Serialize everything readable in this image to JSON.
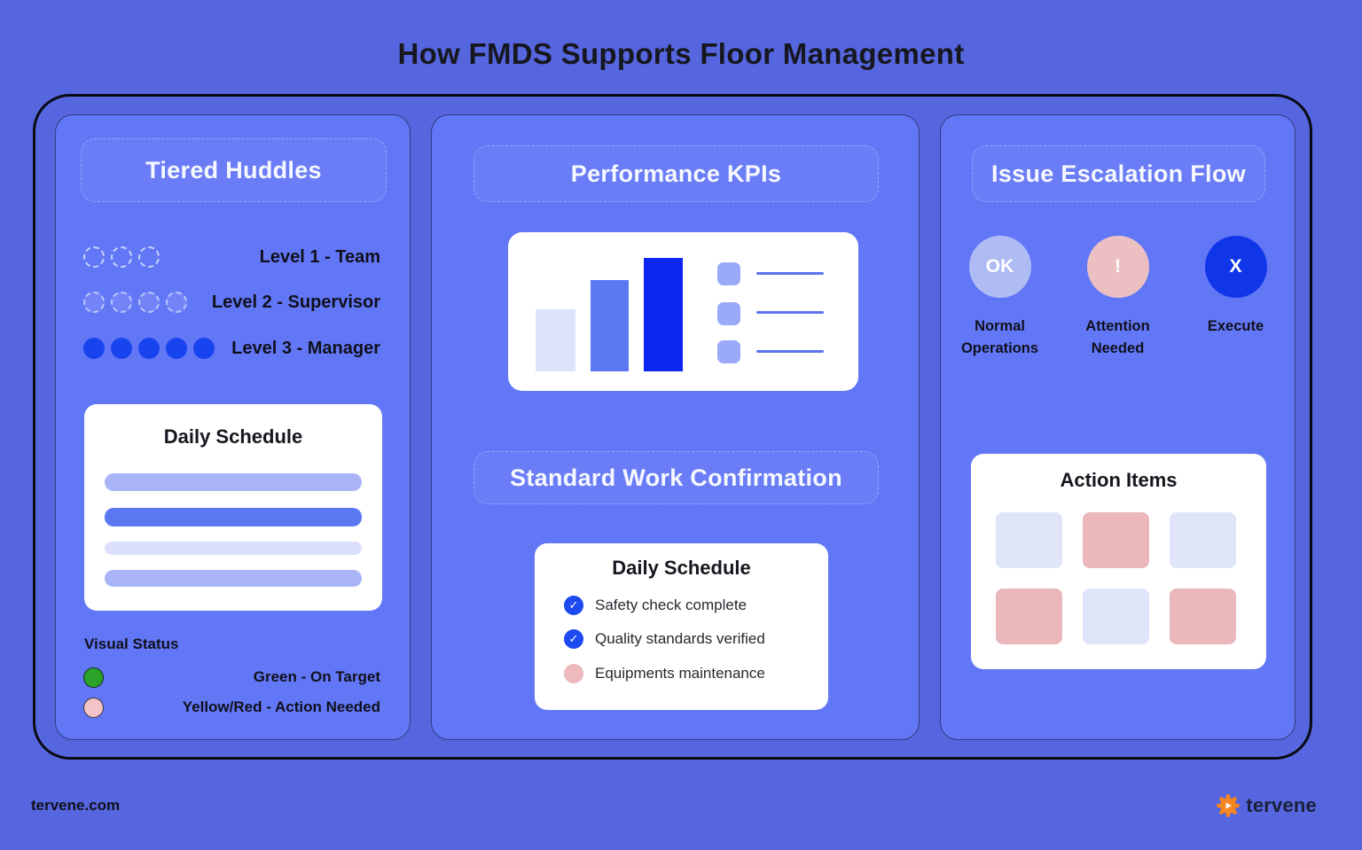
{
  "page": {
    "title": "How FMDS Supports Floor Management",
    "footer_left": "tervene.com",
    "logo_text": "tervene",
    "background_color": "#5566DE",
    "panel_color": "#6277F6"
  },
  "panels": {
    "tiered_huddles": {
      "title": "Tiered Huddles",
      "levels": [
        {
          "label": "Level 1 - Team",
          "dots": 3,
          "dot_style": "dashed-outline"
        },
        {
          "label": "Level 2 - Supervisor",
          "dots": 4,
          "dot_style": "dashed-tinted"
        },
        {
          "label": "Level 3 - Manager",
          "dots": 5,
          "dot_style": "solid",
          "dot_color": "#1844F0"
        }
      ],
      "daily_schedule": {
        "title": "Daily Schedule",
        "bars": [
          {
            "height": 20,
            "color": "#A9B5F8"
          },
          {
            "height": 21,
            "color": "#5A78F2"
          },
          {
            "height": 15,
            "color": "#DCE0FA"
          },
          {
            "height": 19,
            "color": "#A9B5F8"
          }
        ]
      },
      "visual_status": {
        "title": "Visual Status",
        "items": [
          {
            "label": "Green - On Target",
            "color": "#2BA32B"
          },
          {
            "label": "Yellow/Red - Action Needed",
            "color": "#F2C4C8"
          }
        ]
      }
    },
    "performance_kpis": {
      "title": "Performance KPIs",
      "chart": {
        "bars": [
          {
            "height": 70,
            "color": "#DEE3FB"
          },
          {
            "height": 103,
            "color": "#5A78F2"
          },
          {
            "height": 128,
            "color": "#0E26F2"
          }
        ],
        "square_color": "#9AA9F8",
        "line_color": "#5C74F0"
      },
      "standard_work_title": "Standard Work Confirmation",
      "daily_schedule": {
        "title": "Daily Schedule",
        "items": [
          {
            "label": "Safety check complete",
            "state": "checked",
            "glyph": "✓",
            "icon_color": "#1C49F0"
          },
          {
            "label": "Quality standards verified",
            "state": "checked",
            "glyph": "✓",
            "icon_color": "#1C49F0"
          },
          {
            "label": "Equipments maintenance",
            "state": "pending",
            "glyph": "",
            "icon_color": "#EDB9BD"
          }
        ]
      }
    },
    "issue_escalation": {
      "title": "Issue Escalation Flow",
      "stages": [
        {
          "symbol": "OK",
          "label": "Normal Operations",
          "color": "#AFBCF4"
        },
        {
          "symbol": "!",
          "label": "Attention Needed",
          "color": "#ECC0C3"
        },
        {
          "symbol": "X",
          "label": "Execute",
          "color": "#1136E9"
        }
      ],
      "action_items": {
        "title": "Action Items",
        "cells": [
          "#E0E4F8",
          "#EBB7BA",
          "#E0E4F8",
          "#EBB7BA",
          "#E0E4F8",
          "#EBB7BA"
        ]
      }
    }
  }
}
